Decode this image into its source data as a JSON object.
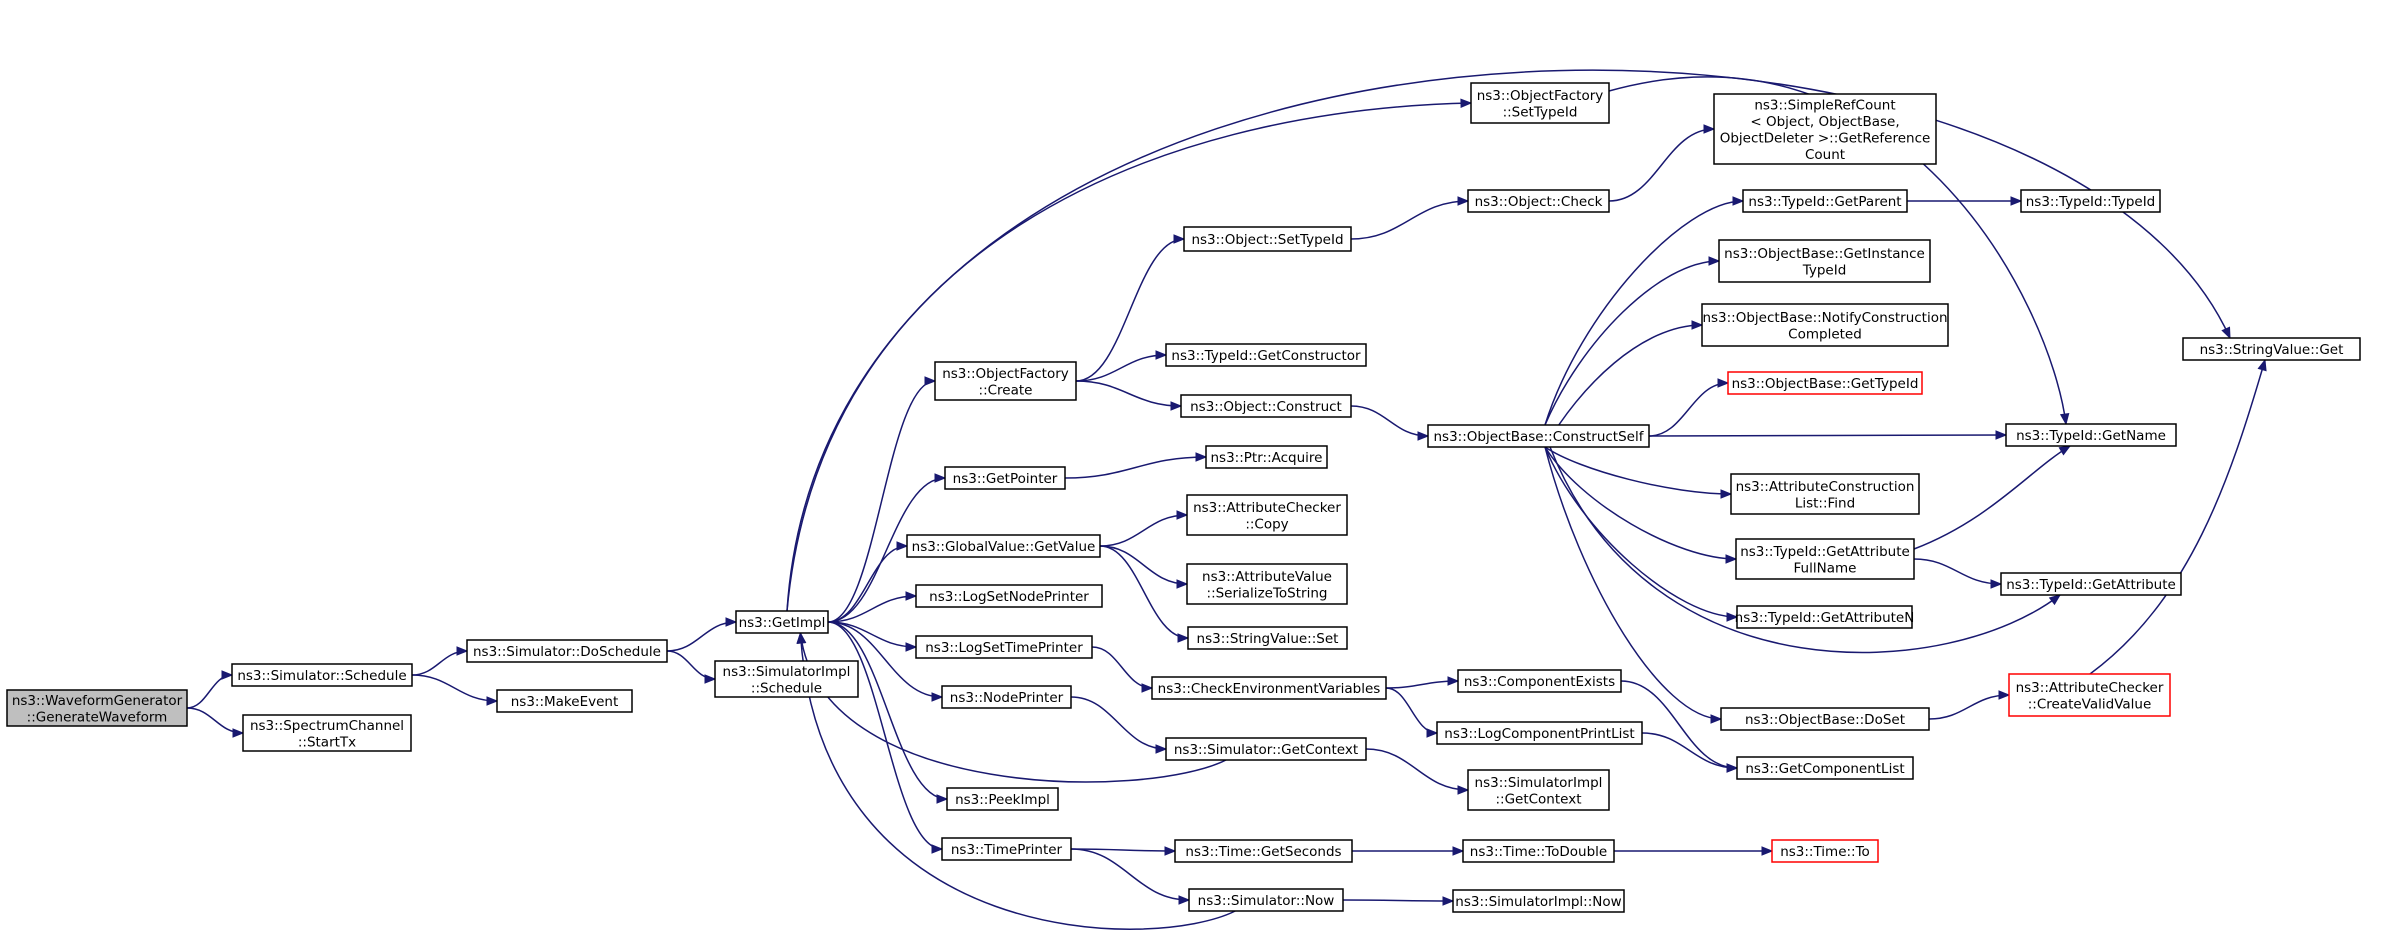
{
  "colors": {
    "edge": "#191970",
    "node_border": "#000000",
    "node_fill": "#ffffff",
    "root_fill": "#bfbfbf",
    "external_border": "#ff0000"
  },
  "nodes": {
    "wg": {
      "lines": [
        "ns3::WaveformGenerator",
        "::GenerateWaveform"
      ],
      "style": "root"
    },
    "schedule": {
      "lines": [
        "ns3::Simulator::Schedule"
      ]
    },
    "spectrum": {
      "lines": [
        "ns3::SpectrumChannel",
        "::StartTx"
      ]
    },
    "doschedule": {
      "lines": [
        "ns3::Simulator::DoSchedule"
      ]
    },
    "makeevent": {
      "lines": [
        "ns3::MakeEvent"
      ]
    },
    "getimpl": {
      "lines": [
        "ns3::GetImpl"
      ]
    },
    "simimplschedule": {
      "lines": [
        "ns3::SimulatorImpl",
        "::Schedule"
      ]
    },
    "ofcreate": {
      "lines": [
        "ns3::ObjectFactory",
        "::Create"
      ]
    },
    "getpointer": {
      "lines": [
        "ns3::GetPointer"
      ]
    },
    "gvgetvalue": {
      "lines": [
        "ns3::GlobalValue::GetValue"
      ]
    },
    "lognodeprinter": {
      "lines": [
        "ns3::LogSetNodePrinter"
      ]
    },
    "logtimeprinter": {
      "lines": [
        "ns3::LogSetTimePrinter"
      ]
    },
    "nodeprinter": {
      "lines": [
        "ns3::NodePrinter"
      ]
    },
    "peekimpl": {
      "lines": [
        "ns3::PeekImpl"
      ]
    },
    "timeprinter": {
      "lines": [
        "ns3::TimePrinter"
      ]
    },
    "ofsettypeid": {
      "lines": [
        "ns3::ObjectFactory",
        "::SetTypeId"
      ]
    },
    "objsettypeid": {
      "lines": [
        "ns3::Object::SetTypeId"
      ]
    },
    "tidgetconstructor": {
      "lines": [
        "ns3::TypeId::GetConstructor"
      ]
    },
    "objconstruct": {
      "lines": [
        "ns3::Object::Construct"
      ]
    },
    "ptracquire": {
      "lines": [
        "ns3::Ptr::Acquire"
      ]
    },
    "accopy": {
      "lines": [
        "ns3::AttributeChecker",
        "::Copy"
      ]
    },
    "avserialize": {
      "lines": [
        "ns3::AttributeValue",
        "::SerializeToString"
      ]
    },
    "svset": {
      "lines": [
        "ns3::StringValue::Set"
      ]
    },
    "checkenv": {
      "lines": [
        "ns3::CheckEnvironmentVariables"
      ]
    },
    "simgetcontext": {
      "lines": [
        "ns3::Simulator::GetContext"
      ]
    },
    "timegetseconds": {
      "lines": [
        "ns3::Time::GetSeconds"
      ]
    },
    "simnow": {
      "lines": [
        "ns3::Simulator::Now"
      ]
    },
    "objcheck": {
      "lines": [
        "ns3::Object::Check"
      ]
    },
    "simplerefcount": {
      "lines": [
        "ns3::SimpleRefCount",
        "< Object, ObjectBase,",
        "ObjectDeleter >::GetReference",
        "Count"
      ]
    },
    "obconstructself": {
      "lines": [
        "ns3::ObjectBase::ConstructSelf"
      ]
    },
    "compexists": {
      "lines": [
        "ns3::ComponentExists"
      ]
    },
    "logcompprintlist": {
      "lines": [
        "ns3::LogComponentPrintList"
      ]
    },
    "simimplgetcontext": {
      "lines": [
        "ns3::SimulatorImpl",
        "::GetContext"
      ]
    },
    "timetodouble": {
      "lines": [
        "ns3::Time::ToDouble"
      ]
    },
    "simimplnow": {
      "lines": [
        "ns3::SimulatorImpl::Now"
      ]
    },
    "tidgetparent": {
      "lines": [
        "ns3::TypeId::GetParent"
      ]
    },
    "obgetinstancetypeid": {
      "lines": [
        "ns3::ObjectBase::GetInstance",
        "TypeId"
      ]
    },
    "obnotify": {
      "lines": [
        "ns3::ObjectBase::NotifyConstruction",
        "Completed"
      ]
    },
    "obgettypeid": {
      "lines": [
        "ns3::ObjectBase::GetTypeId"
      ],
      "style": "external"
    },
    "aclfind": {
      "lines": [
        "ns3::AttributeConstruction",
        "List::Find"
      ]
    },
    "tidgetattrfullname": {
      "lines": [
        "ns3::TypeId::GetAttribute",
        "FullName"
      ]
    },
    "tidgetattrn": {
      "lines": [
        "ns3::TypeId::GetAttributeN"
      ]
    },
    "obdoset": {
      "lines": [
        "ns3::ObjectBase::DoSet"
      ]
    },
    "getcomplist": {
      "lines": [
        "ns3::GetComponentList"
      ]
    },
    "timeto": {
      "lines": [
        "ns3::Time::To"
      ],
      "style": "external"
    },
    "tidtypeid": {
      "lines": [
        "ns3::TypeId::TypeId"
      ]
    },
    "tidgetname": {
      "lines": [
        "ns3::TypeId::GetName"
      ]
    },
    "tidgetattr": {
      "lines": [
        "ns3::TypeId::GetAttribute"
      ]
    },
    "accreatevalid": {
      "lines": [
        "ns3::AttributeChecker",
        "::CreateValidValue"
      ],
      "style": "external"
    },
    "svget": {
      "lines": [
        "ns3::StringValue::Get"
      ]
    }
  },
  "edges": [
    [
      "wg",
      "schedule"
    ],
    [
      "wg",
      "spectrum"
    ],
    [
      "schedule",
      "doschedule"
    ],
    [
      "schedule",
      "makeevent"
    ],
    [
      "doschedule",
      "getimpl"
    ],
    [
      "doschedule",
      "simimplschedule"
    ],
    [
      "getimpl",
      "ofcreate"
    ],
    [
      "getimpl",
      "getpointer"
    ],
    [
      "getimpl",
      "gvgetvalue"
    ],
    [
      "getimpl",
      "lognodeprinter"
    ],
    [
      "getimpl",
      "logtimeprinter"
    ],
    [
      "getimpl",
      "nodeprinter"
    ],
    [
      "getimpl",
      "peekimpl"
    ],
    [
      "getimpl",
      "timeprinter"
    ],
    [
      "getimpl",
      "ofsettypeid"
    ],
    [
      "getimpl",
      "svget"
    ],
    [
      "ofcreate",
      "objsettypeid"
    ],
    [
      "ofcreate",
      "tidgetconstructor"
    ],
    [
      "ofcreate",
      "objconstruct"
    ],
    [
      "getpointer",
      "ptracquire"
    ],
    [
      "gvgetvalue",
      "accopy"
    ],
    [
      "gvgetvalue",
      "avserialize"
    ],
    [
      "gvgetvalue",
      "svset"
    ],
    [
      "logtimeprinter",
      "checkenv"
    ],
    [
      "nodeprinter",
      "simgetcontext"
    ],
    [
      "timeprinter",
      "timegetseconds"
    ],
    [
      "timeprinter",
      "simnow"
    ],
    [
      "ofsettypeid",
      "tidgetname"
    ],
    [
      "objsettypeid",
      "objcheck"
    ],
    [
      "objcheck",
      "simplerefcount"
    ],
    [
      "objconstruct",
      "obconstructself"
    ],
    [
      "checkenv",
      "compexists"
    ],
    [
      "checkenv",
      "logcompprintlist"
    ],
    [
      "simgetcontext",
      "getimpl"
    ],
    [
      "simgetcontext",
      "simimplgetcontext"
    ],
    [
      "timegetseconds",
      "timetodouble"
    ],
    [
      "timetodouble",
      "timeto"
    ],
    [
      "simnow",
      "getimpl"
    ],
    [
      "simnow",
      "simimplnow"
    ],
    [
      "compexists",
      "getcomplist"
    ],
    [
      "logcompprintlist",
      "getcomplist"
    ],
    [
      "obconstructself",
      "tidgetparent"
    ],
    [
      "obconstructself",
      "obgetinstancetypeid"
    ],
    [
      "obconstructself",
      "obnotify"
    ],
    [
      "obconstructself",
      "obgettypeid"
    ],
    [
      "obconstructself",
      "tidgetname"
    ],
    [
      "obconstructself",
      "aclfind"
    ],
    [
      "obconstructself",
      "tidgetattrfullname"
    ],
    [
      "obconstructself",
      "tidgetattrn"
    ],
    [
      "obconstructself",
      "tidgetattr"
    ],
    [
      "obconstructself",
      "obdoset"
    ],
    [
      "tidgetparent",
      "tidtypeid"
    ],
    [
      "tidgetattrfullname",
      "tidgetname"
    ],
    [
      "tidgetattrfullname",
      "tidgetattr"
    ],
    [
      "obdoset",
      "accreatevalid"
    ],
    [
      "accreatevalid",
      "svget"
    ]
  ]
}
